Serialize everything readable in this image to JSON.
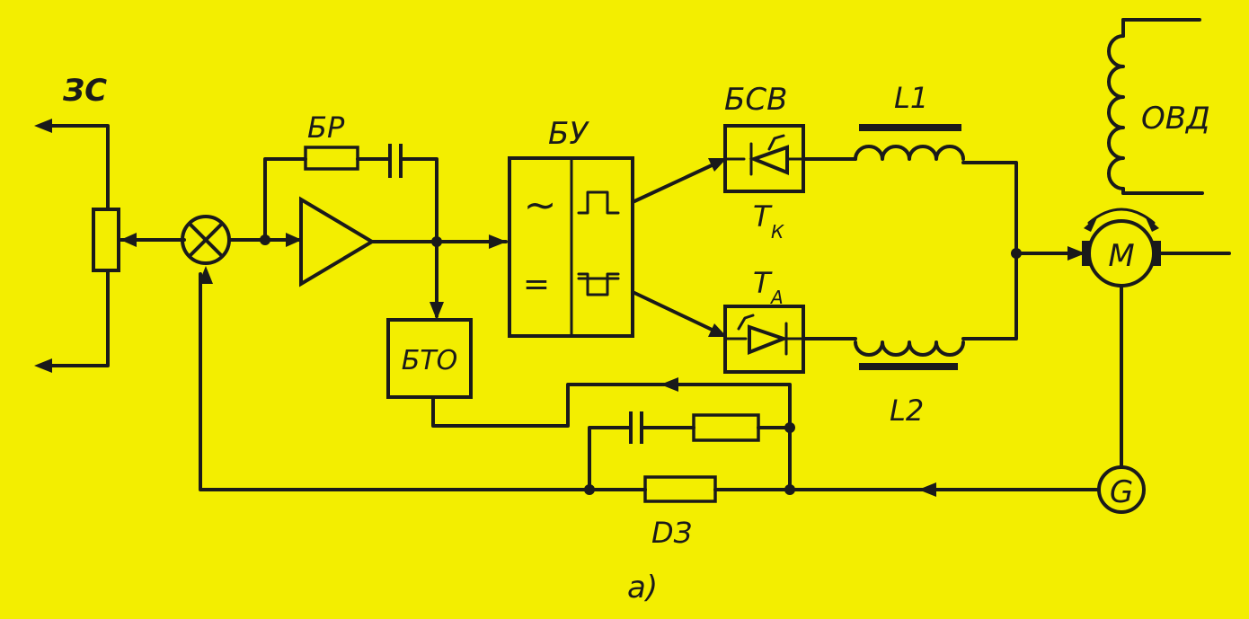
{
  "labels": {
    "setpoint": "ЗС",
    "regulator_block": "БР",
    "control_block": "БУ",
    "valve_block": "БСВ",
    "current_limit_block": "БТО",
    "inductor_top": "L1",
    "inductor_bottom": "L2",
    "thyristor_top_main": "T",
    "thyristor_top_sub": "К",
    "thyristor_bottom_main": "T",
    "thyristor_bottom_sub": "А",
    "field_winding": "ОВД",
    "motor": "М",
    "tachogenerator": "G",
    "feedback_sensor": "DЗ",
    "caption": "а)"
  },
  "symbols": {
    "ac": "~",
    "dc": "="
  },
  "colors": {
    "paper": "#f3ee00",
    "ink": "#1a1a1a"
  }
}
